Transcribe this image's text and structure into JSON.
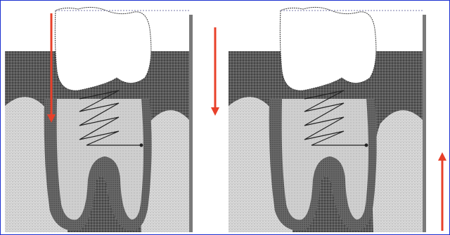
{
  "figure": {
    "panels": [
      {
        "id": "left",
        "arrows": [
          "down",
          "down"
        ]
      },
      {
        "id": "right",
        "arrows": [
          "up"
        ]
      }
    ]
  },
  "colors": {
    "frame_border": "#1a2fd0",
    "arrow": "#e8402a",
    "bone_dark": "#444444",
    "bone_light": "#c9c9c9",
    "root_outline": "#4a4a4a",
    "crown": "#ffffff",
    "wall": "#7a7a7a"
  },
  "icons": [
    "tooth-crown-icon",
    "implant-spring-icon",
    "force-arrow-icon"
  ]
}
